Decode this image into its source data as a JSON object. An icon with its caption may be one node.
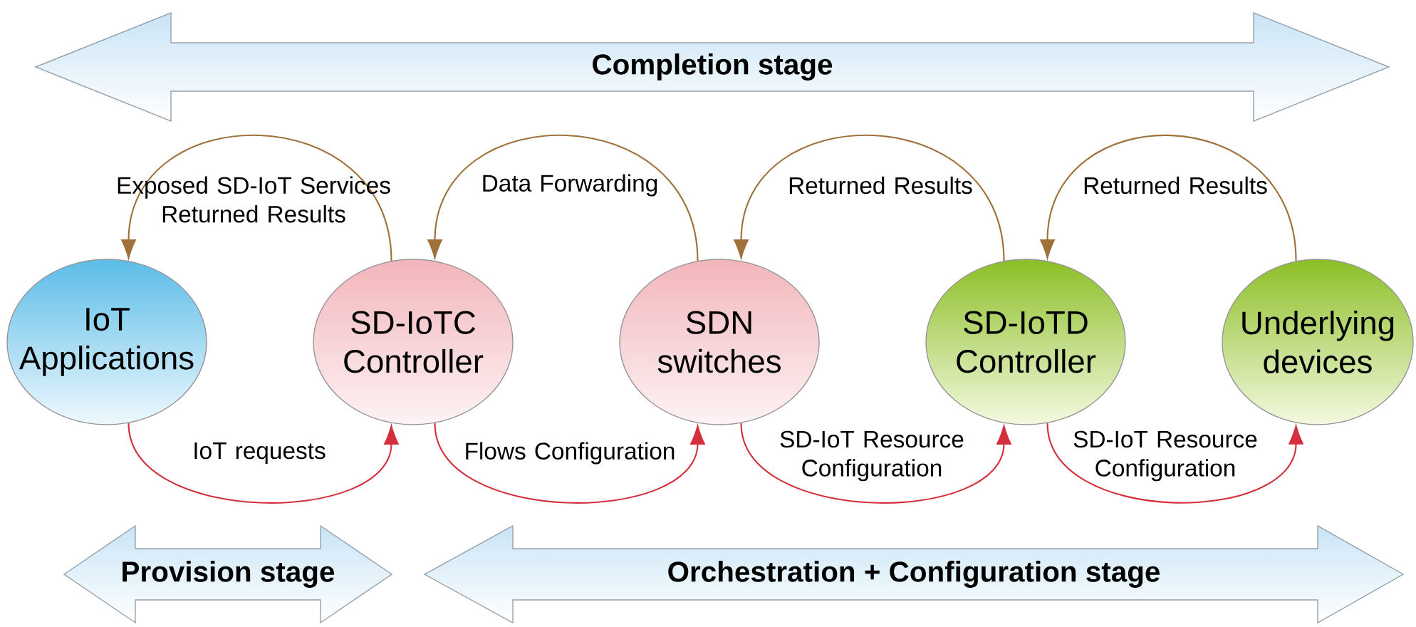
{
  "diagram": {
    "nodes": [
      {
        "text": [
          "Completion stage"
        ]
      },
      {
        "text": [
          "IoT Applications"
        ]
      },
      {
        "text": [
          "SD-IoTC Controller"
        ]
      },
      {
        "text": [
          "SDN switches"
        ]
      },
      {
        "text": [
          "SD-IoTD Controller"
        ]
      },
      {
        "text": [
          "Underlying devices"
        ]
      },
      {
        "text": [
          "Provision stage"
        ]
      },
      {
        "text": [
          "Orchestration + Configuration stage"
        ]
      }
    ],
    "edges": [
      {
        "from": 2,
        "to": 1,
        "arrow": "to",
        "label": "Exposed SD-IoT Services Returned Results",
        "color": "#a0703a"
      },
      {
        "from": 3,
        "to": 2,
        "arrow": "to",
        "label": "Data Forwarding",
        "color": "#a0703a"
      },
      {
        "from": 4,
        "to": 3,
        "arrow": "to",
        "label": "Returned Results",
        "color": "#a0703a"
      },
      {
        "from": 5,
        "to": 4,
        "arrow": "to",
        "label": "Returned Results",
        "color": "#a0703a"
      },
      {
        "from": 1,
        "to": 2,
        "arrow": "to",
        "label": "IoT requests",
        "color": "#d42f3c"
      },
      {
        "from": 2,
        "to": 3,
        "arrow": "to",
        "label": "Flows Configuration",
        "color": "#d42f3c"
      },
      {
        "from": 3,
        "to": 4,
        "arrow": "to",
        "label": "SD-IoT Resource Configuration",
        "color": "#d42f3c"
      },
      {
        "from": 4,
        "to": 5,
        "arrow": "to",
        "label": "SD-IoT Resource Configuration",
        "color": "#d42f3c"
      }
    ]
  }
}
